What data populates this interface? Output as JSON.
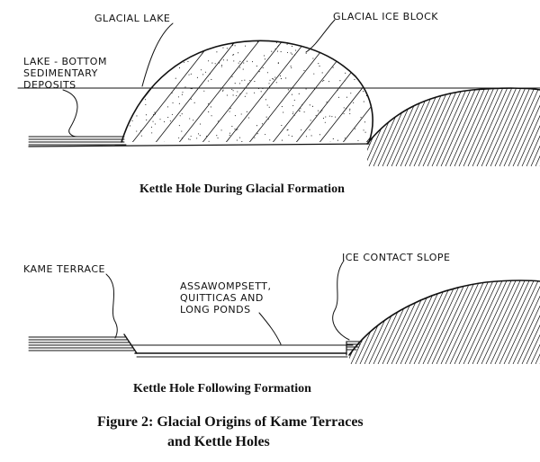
{
  "top_panel": {
    "label_glacial_lake": "GLACIAL LAKE",
    "label_ice_block": "GLACIAL ICE BLOCK",
    "label_deposits_1": "LAKE - BOTTOM",
    "label_deposits_2": "SEDIMENTARY",
    "label_deposits_3": "DEPOSITS",
    "caption": "Kettle Hole During Glacial Formation"
  },
  "bottom_panel": {
    "label_kame_terrace": "KAME TERRACE",
    "label_ice_contact": "ICE CONTACT SLOPE",
    "label_ponds_1": "ASSAWOMPSETT,",
    "label_ponds_2": "QUITTICAS AND",
    "label_ponds_3": "LONG PONDS",
    "caption": "Kettle Hole Following Formation"
  },
  "figure_caption": {
    "line1": "Figure 2:  Glacial Origins of Kame Terraces",
    "line2": "and Kettle Holes"
  }
}
